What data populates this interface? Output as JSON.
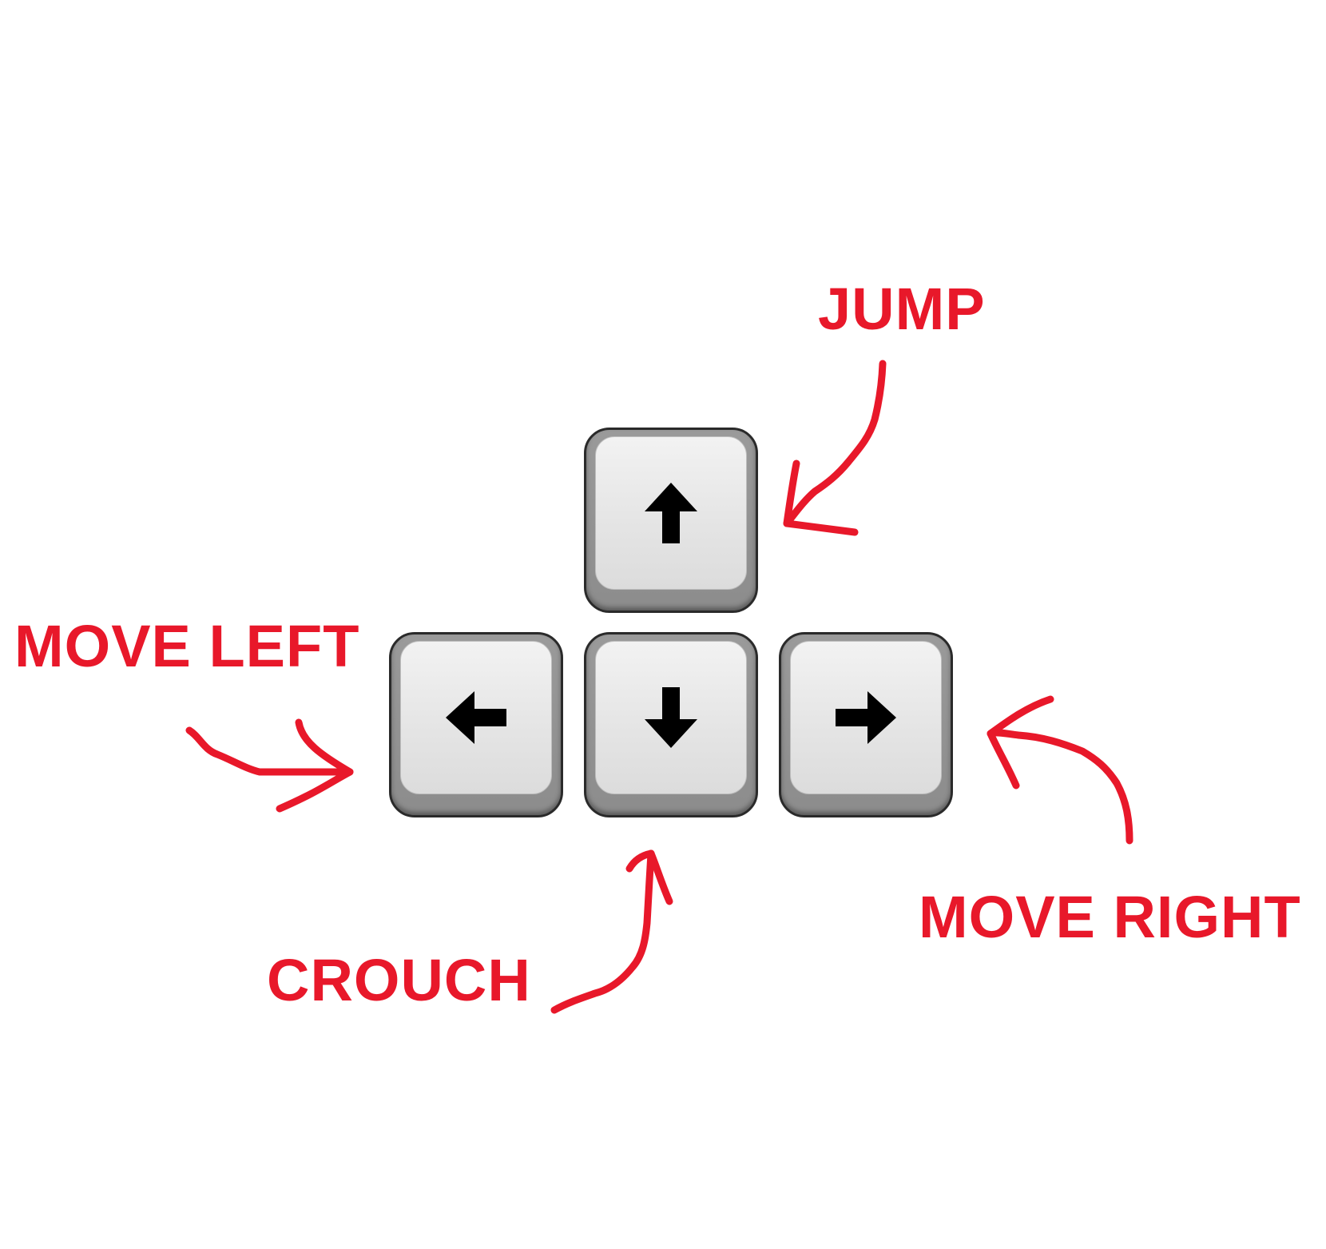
{
  "labels": {
    "jump": "JUMP",
    "move_left": "MOVE LEFT",
    "crouch": "CROUCH",
    "move_right": "MOVE RIGHT"
  },
  "keys": {
    "up": {
      "icon": "arrow-up-icon"
    },
    "left": {
      "icon": "arrow-left-icon"
    },
    "down": {
      "icon": "arrow-down-icon"
    },
    "right": {
      "icon": "arrow-right-icon"
    }
  },
  "colors": {
    "annotation": "#e8182a",
    "key_face": "#e6e6e6",
    "key_border": "#2a2a2a",
    "arrow": "#000000"
  }
}
